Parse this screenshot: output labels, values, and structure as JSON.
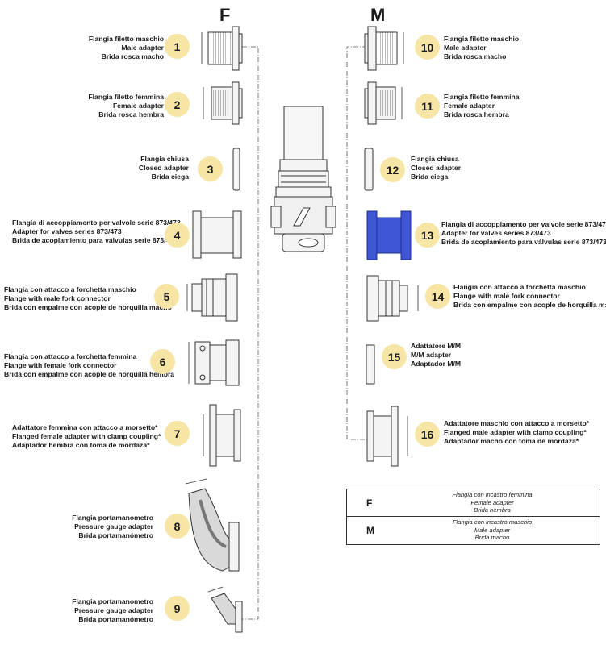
{
  "columns": {
    "female": "F",
    "male": "M"
  },
  "items": [
    {
      "n": "1",
      "l1": "Flangia filetto maschio",
      "l2": "Male adapter",
      "l3": "Brida rosca macho"
    },
    {
      "n": "2",
      "l1": "Flangia filetto femmina",
      "l2": "Female adapter",
      "l3": "Brida rosca hembra"
    },
    {
      "n": "3",
      "l1": "Flangia chiusa",
      "l2": "Closed adapter",
      "l3": "Brida ciega"
    },
    {
      "n": "4",
      "l1": "Flangia di accoppiamento per valvole serie 873/473",
      "l2": "Adapter for valves series 873/473",
      "l3": "Brida de acoplamiento para válvulas serie 873/473"
    },
    {
      "n": "5",
      "l1": "Flangia con attacco a forchetta maschio",
      "l2": "Flange with male fork connector",
      "l3": "Brida con empalme con acople de horquilla macho"
    },
    {
      "n": "6",
      "l1": "Flangia con attacco a forchetta femmina",
      "l2": "Flange with female fork connector",
      "l3": "Brida con empalme con acople de horquilla hembra"
    },
    {
      "n": "7",
      "l1": "Adattatore femmina con attacco a morsetto*",
      "l2": "Flanged female adapter with clamp coupling*",
      "l3": "Adaptador hembra con toma de mordaza*"
    },
    {
      "n": "8",
      "l1": "Flangia portamanometro",
      "l2": "Pressure gauge adapter",
      "l3": "Brida portamanómetro"
    },
    {
      "n": "9",
      "l1": "Flangia portamanometro",
      "l2": "Pressure gauge adapter",
      "l3": "Brida portamanómetro"
    },
    {
      "n": "10",
      "l1": "Flangia filetto maschio",
      "l2": "Male adapter",
      "l3": "Brida rosca macho"
    },
    {
      "n": "11",
      "l1": "Flangia filetto femmina",
      "l2": "Female adapter",
      "l3": "Brida rosca hembra"
    },
    {
      "n": "12",
      "l1": "Flangia chiusa",
      "l2": "Closed adapter",
      "l3": "Brida ciega"
    },
    {
      "n": "13",
      "l1": "Flangia di accoppiamento per valvole serie 873/473",
      "l2": "Adapter for valves series 873/473",
      "l3": "Brida de acoplamiento para válvulas serie 873/473"
    },
    {
      "n": "14",
      "l1": "Flangia con attacco a forchetta maschio",
      "l2": "Flange with male fork connector",
      "l3": "Brida con empalme con acople de horquilla macho"
    },
    {
      "n": "15",
      "l1": "Adattatore M/M",
      "l2": "M/M adapter",
      "l3": "Adaptador M/M"
    },
    {
      "n": "16",
      "l1": "Adattatore maschio con attacco a morsetto*",
      "l2": "Flanged male adapter with clamp coupling*",
      "l3": "Adaptador macho con toma de mordaza*"
    }
  ],
  "legend": [
    {
      "key": "F",
      "l1": "Flangia con incastro femmina",
      "l2": "Female adapter",
      "l3": "Brida hembra"
    },
    {
      "key": "M",
      "l1": "Flangia con incastro maschio",
      "l2": "Male adapter",
      "l3": "Brida macho"
    }
  ],
  "colors": {
    "badge": "#f6e5a4",
    "highlight": "#3f56d6",
    "line": "#333333",
    "fill": "#eeeeee"
  }
}
